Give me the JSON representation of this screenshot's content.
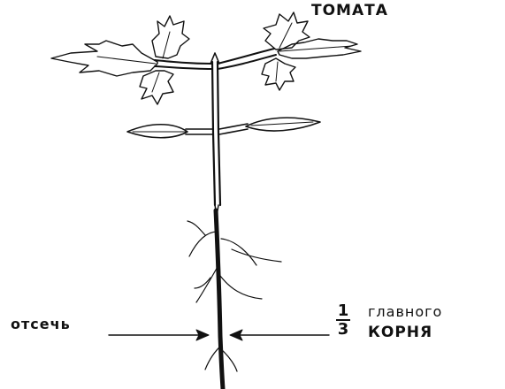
{
  "labels": {
    "plant": "ТОМАТА",
    "cut": "отсечь",
    "fraction_numerator": "1",
    "fraction_denominator": "3",
    "root_line1": "главного",
    "root_line2": "КОРНЯ"
  },
  "colors": {
    "ink": "#111111",
    "background": "#ffffff"
  }
}
